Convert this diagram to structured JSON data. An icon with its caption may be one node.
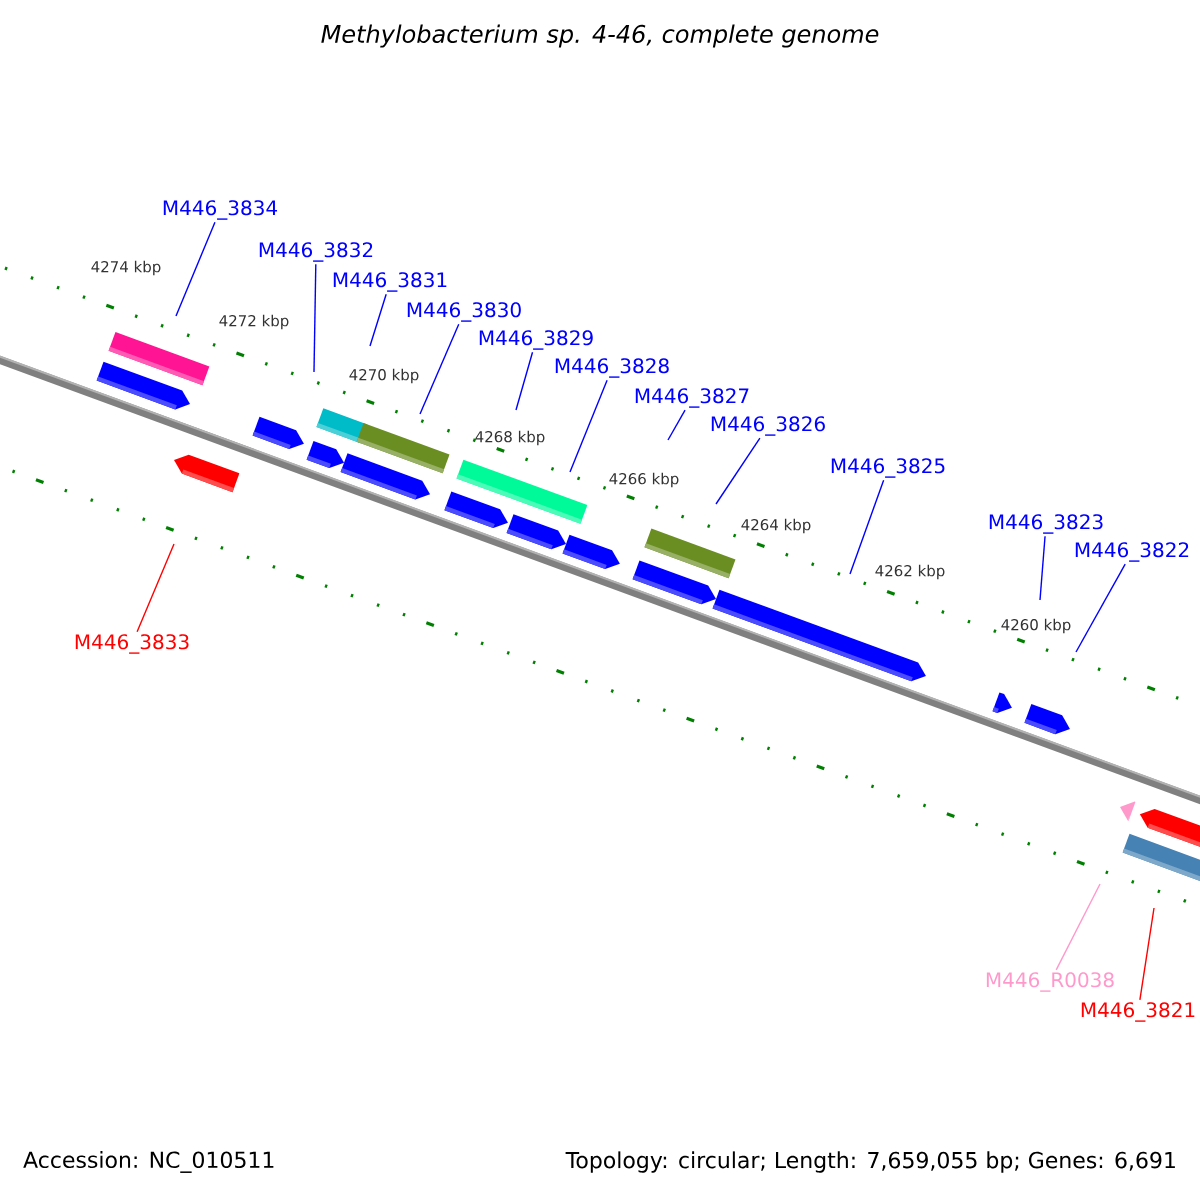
{
  "diagram": {
    "title": "Methylobacterium sp. 4-46, complete genome",
    "nodes": [
      {
        "text": [
          "M446_3834"
        ]
      },
      {
        "text": [
          "M446_3832"
        ]
      },
      {
        "text": [
          "M446_3831"
        ]
      },
      {
        "text": [
          "M446_3830"
        ]
      },
      {
        "text": [
          "M446_3829"
        ]
      },
      {
        "text": [
          "M446_3828"
        ]
      },
      {
        "text": [
          "M446_3827"
        ]
      },
      {
        "text": [
          "M446_3826"
        ]
      },
      {
        "text": [
          "M446_3825"
        ]
      },
      {
        "text": [
          "M446_3823"
        ]
      },
      {
        "text": [
          "M446_3822"
        ]
      },
      {
        "text": [
          "M446_3833"
        ]
      },
      {
        "text": [
          "M446_R0038"
        ]
      },
      {
        "text": [
          "M446_3821"
        ]
      }
    ],
    "edges": [
      {
        "from": 0,
        "to": null,
        "arrow": "none"
      },
      {
        "from": 1,
        "to": null,
        "arrow": "none"
      },
      {
        "from": 2,
        "to": null,
        "arrow": "none"
      },
      {
        "from": 3,
        "to": null,
        "arrow": "none"
      },
      {
        "from": 4,
        "to": null,
        "arrow": "none"
      },
      {
        "from": 5,
        "to": null,
        "arrow": "none"
      },
      {
        "from": 6,
        "to": null,
        "arrow": "none"
      },
      {
        "from": 7,
        "to": null,
        "arrow": "none"
      },
      {
        "from": 8,
        "to": null,
        "arrow": "none"
      },
      {
        "from": 9,
        "to": null,
        "arrow": "none"
      },
      {
        "from": 10,
        "to": null,
        "arrow": "none"
      },
      {
        "from": 11,
        "to": null,
        "arrow": "none",
        "color": "#ff0000"
      },
      {
        "from": 12,
        "to": null,
        "arrow": "none",
        "color": "#ff99cc"
      },
      {
        "from": 13,
        "to": null,
        "arrow": "none",
        "color": "#ff0000"
      }
    ],
    "labels": [
      "4274 kbp",
      "4272 kbp",
      "4270 kbp",
      "4268 kbp",
      "4266 kbp",
      "4264 kbp",
      "4262 kbp",
      "4260 kbp",
      "Accession: NC_010511",
      "Topology: circular; Length: 7,659,055 bp; Genes: 6,691"
    ]
  }
}
